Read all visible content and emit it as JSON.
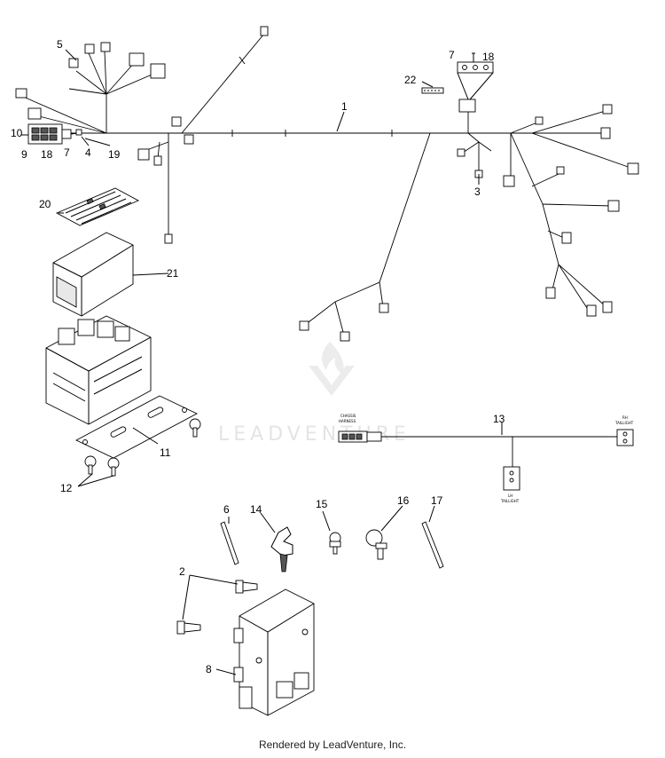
{
  "watermark": {
    "text": "LEADVENTURE"
  },
  "footer": {
    "credit": "Rendered by LeadVenture, Inc."
  },
  "callouts": {
    "c1": "1",
    "c2": "2",
    "c3": "3",
    "c4": "4",
    "c5": "5",
    "c6": "6",
    "c7a": "7",
    "c7b": "7",
    "c8": "8",
    "c9": "9",
    "c10": "10",
    "c11": "11",
    "c12": "12",
    "c13": "13",
    "c14": "14",
    "c15": "15",
    "c16": "16",
    "c17": "17",
    "c18a": "18",
    "c18b": "18",
    "c19": "19",
    "c20": "20",
    "c21": "21",
    "c22": "22"
  },
  "harness13_tags": {
    "left_top": "CHASSIS",
    "left_bottom": "HARNESS",
    "right_top": "RH",
    "right_bottom": "TAILLIGHT",
    "drop_top": "LH",
    "drop_bottom": "TAILLIGHT"
  }
}
